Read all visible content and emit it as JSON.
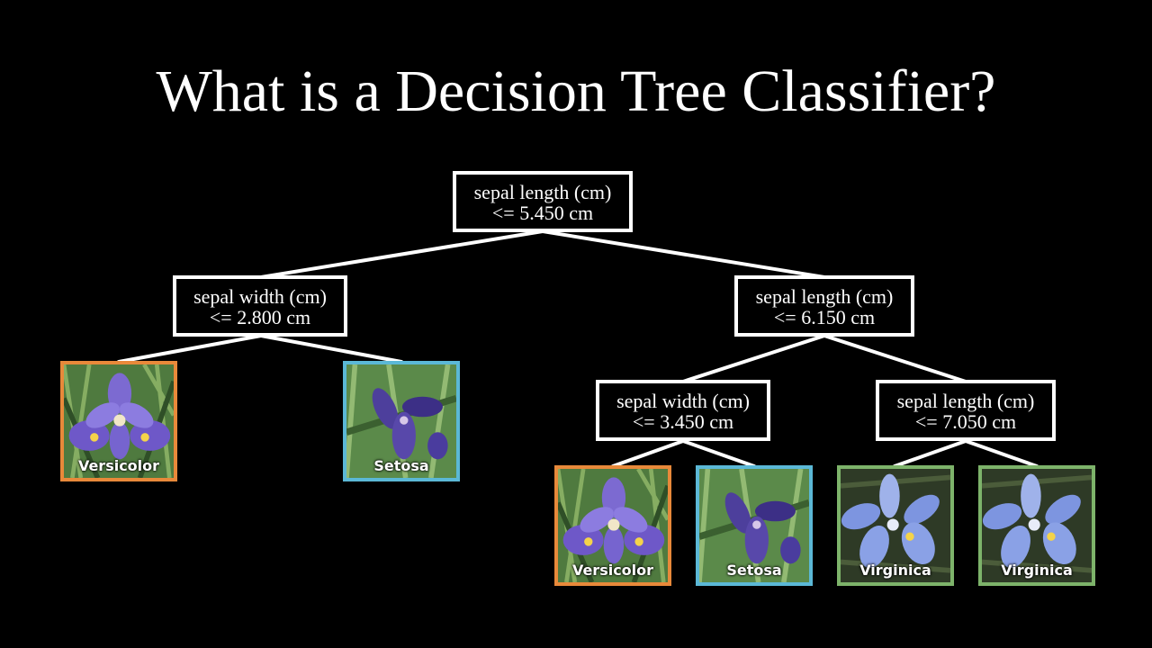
{
  "title": "What is a Decision Tree Classifier?",
  "colors": {
    "versicolor": "#e8893a",
    "setosa": "#5bb8d6",
    "virginica": "#7db36a",
    "edge": "#ffffff"
  },
  "nodes": {
    "root": {
      "feature": "sepal length (cm)",
      "threshold": "<= 5.450 cm"
    },
    "left": {
      "feature": "sepal width (cm)",
      "threshold": "<= 2.800 cm"
    },
    "right": {
      "feature": "sepal length (cm)",
      "threshold": "<= 6.150 cm"
    },
    "right_left": {
      "feature": "sepal width (cm)",
      "threshold": "<= 3.450 cm"
    },
    "right_right": {
      "feature": "sepal length (cm)",
      "threshold": "<= 7.050 cm"
    }
  },
  "leaves": [
    {
      "id": "leaf1",
      "label": "Versicolor",
      "species": "versicolor"
    },
    {
      "id": "leaf2",
      "label": "Setosa",
      "species": "setosa"
    },
    {
      "id": "leaf3",
      "label": "Versicolor",
      "species": "versicolor"
    },
    {
      "id": "leaf4",
      "label": "Setosa",
      "species": "setosa"
    },
    {
      "id": "leaf5",
      "label": "Virginica",
      "species": "virginica"
    },
    {
      "id": "leaf6",
      "label": "Virginica",
      "species": "virginica"
    }
  ]
}
